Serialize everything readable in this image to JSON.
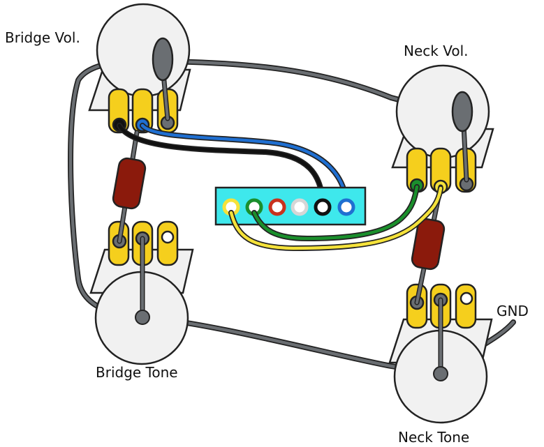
{
  "labels": {
    "bridge_vol": "Bridge Vol.",
    "neck_vol": "Neck Vol.",
    "bridge_tone": "Bridge Tone",
    "neck_tone": "Neck Tone",
    "gnd": "GND"
  },
  "colors": {
    "pot_body": "#f1f1f1",
    "lug": "#f5cf1d",
    "ground_wire": "#6a6e72",
    "capacitor": "#8b1a0c",
    "connector_body": "#3ee8ec",
    "wire_yellow": "#f5e23a",
    "wire_green": "#1a8f2c",
    "wire_red": "#c8321e",
    "wire_white": "#d6d6d6",
    "wire_black": "#111111",
    "wire_blue": "#1f6fd1"
  }
}
